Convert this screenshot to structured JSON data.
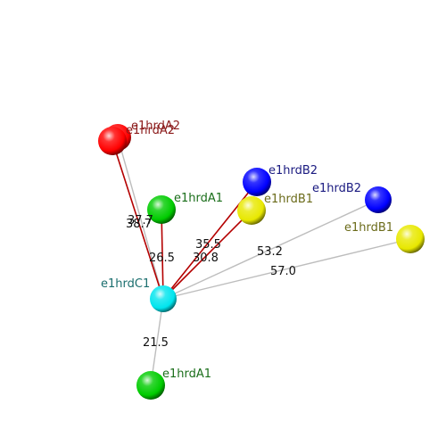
{
  "colors": {
    "red": "#ff0000",
    "green": "#00cc00",
    "blue": "#0000ff",
    "yellow": "#e8e800",
    "cyan": "#00e5ee",
    "bond_red": "#b40000",
    "bond_gray": "#bdbdbd",
    "label_red": "#8b1a1a",
    "label_green": "#1a6e1a",
    "label_blue": "#1a1a80",
    "label_yellow": "#6b6b1a",
    "label_cyan": "#1a6e6e"
  },
  "nodes": [
    {
      "id": "a2_back",
      "label": "e1hrdA2",
      "color": "red",
      "label_color": "label_red"
    },
    {
      "id": "a2_front",
      "label": "e1hrdA2",
      "color": "red",
      "label_color": "label_red"
    },
    {
      "id": "a1_top",
      "label": "e1hrdA1",
      "color": "green",
      "label_color": "label_green"
    },
    {
      "id": "b2_near",
      "label": "e1hrdB2",
      "color": "blue",
      "label_color": "label_blue"
    },
    {
      "id": "b1_near",
      "label": "e1hrdB1",
      "color": "yellow",
      "label_color": "label_yellow"
    },
    {
      "id": "b2_far",
      "label": "e1hrdB2",
      "color": "blue",
      "label_color": "label_blue"
    },
    {
      "id": "b1_far",
      "label": "e1hrdB1",
      "color": "yellow",
      "label_color": "label_yellow"
    },
    {
      "id": "c1",
      "label": "e1hrdC1",
      "color": "cyan",
      "label_color": "label_cyan"
    },
    {
      "id": "a1_bottom",
      "label": "e1hrdA1",
      "color": "green",
      "label_color": "label_green"
    }
  ],
  "edges": [
    {
      "from": "c1",
      "to": "a2_back",
      "color": "bond_gray",
      "label": "37.7"
    },
    {
      "from": "c1",
      "to": "a2_front",
      "color": "bond_red",
      "label": "38.7"
    },
    {
      "from": "c1",
      "to": "a1_top",
      "color": "bond_red",
      "label": "26.5"
    },
    {
      "from": "c1",
      "to": "b2_near",
      "color": "bond_red",
      "label": "35.5"
    },
    {
      "from": "c1",
      "to": "b1_near",
      "color": "bond_red",
      "label": "30.8"
    },
    {
      "from": "c1",
      "to": "b2_far",
      "color": "bond_gray",
      "label": "53.2"
    },
    {
      "from": "c1",
      "to": "b1_far",
      "color": "bond_gray",
      "label": "57.0"
    },
    {
      "from": "c1",
      "to": "a1_bottom",
      "color": "bond_gray",
      "label": "21.5"
    }
  ]
}
